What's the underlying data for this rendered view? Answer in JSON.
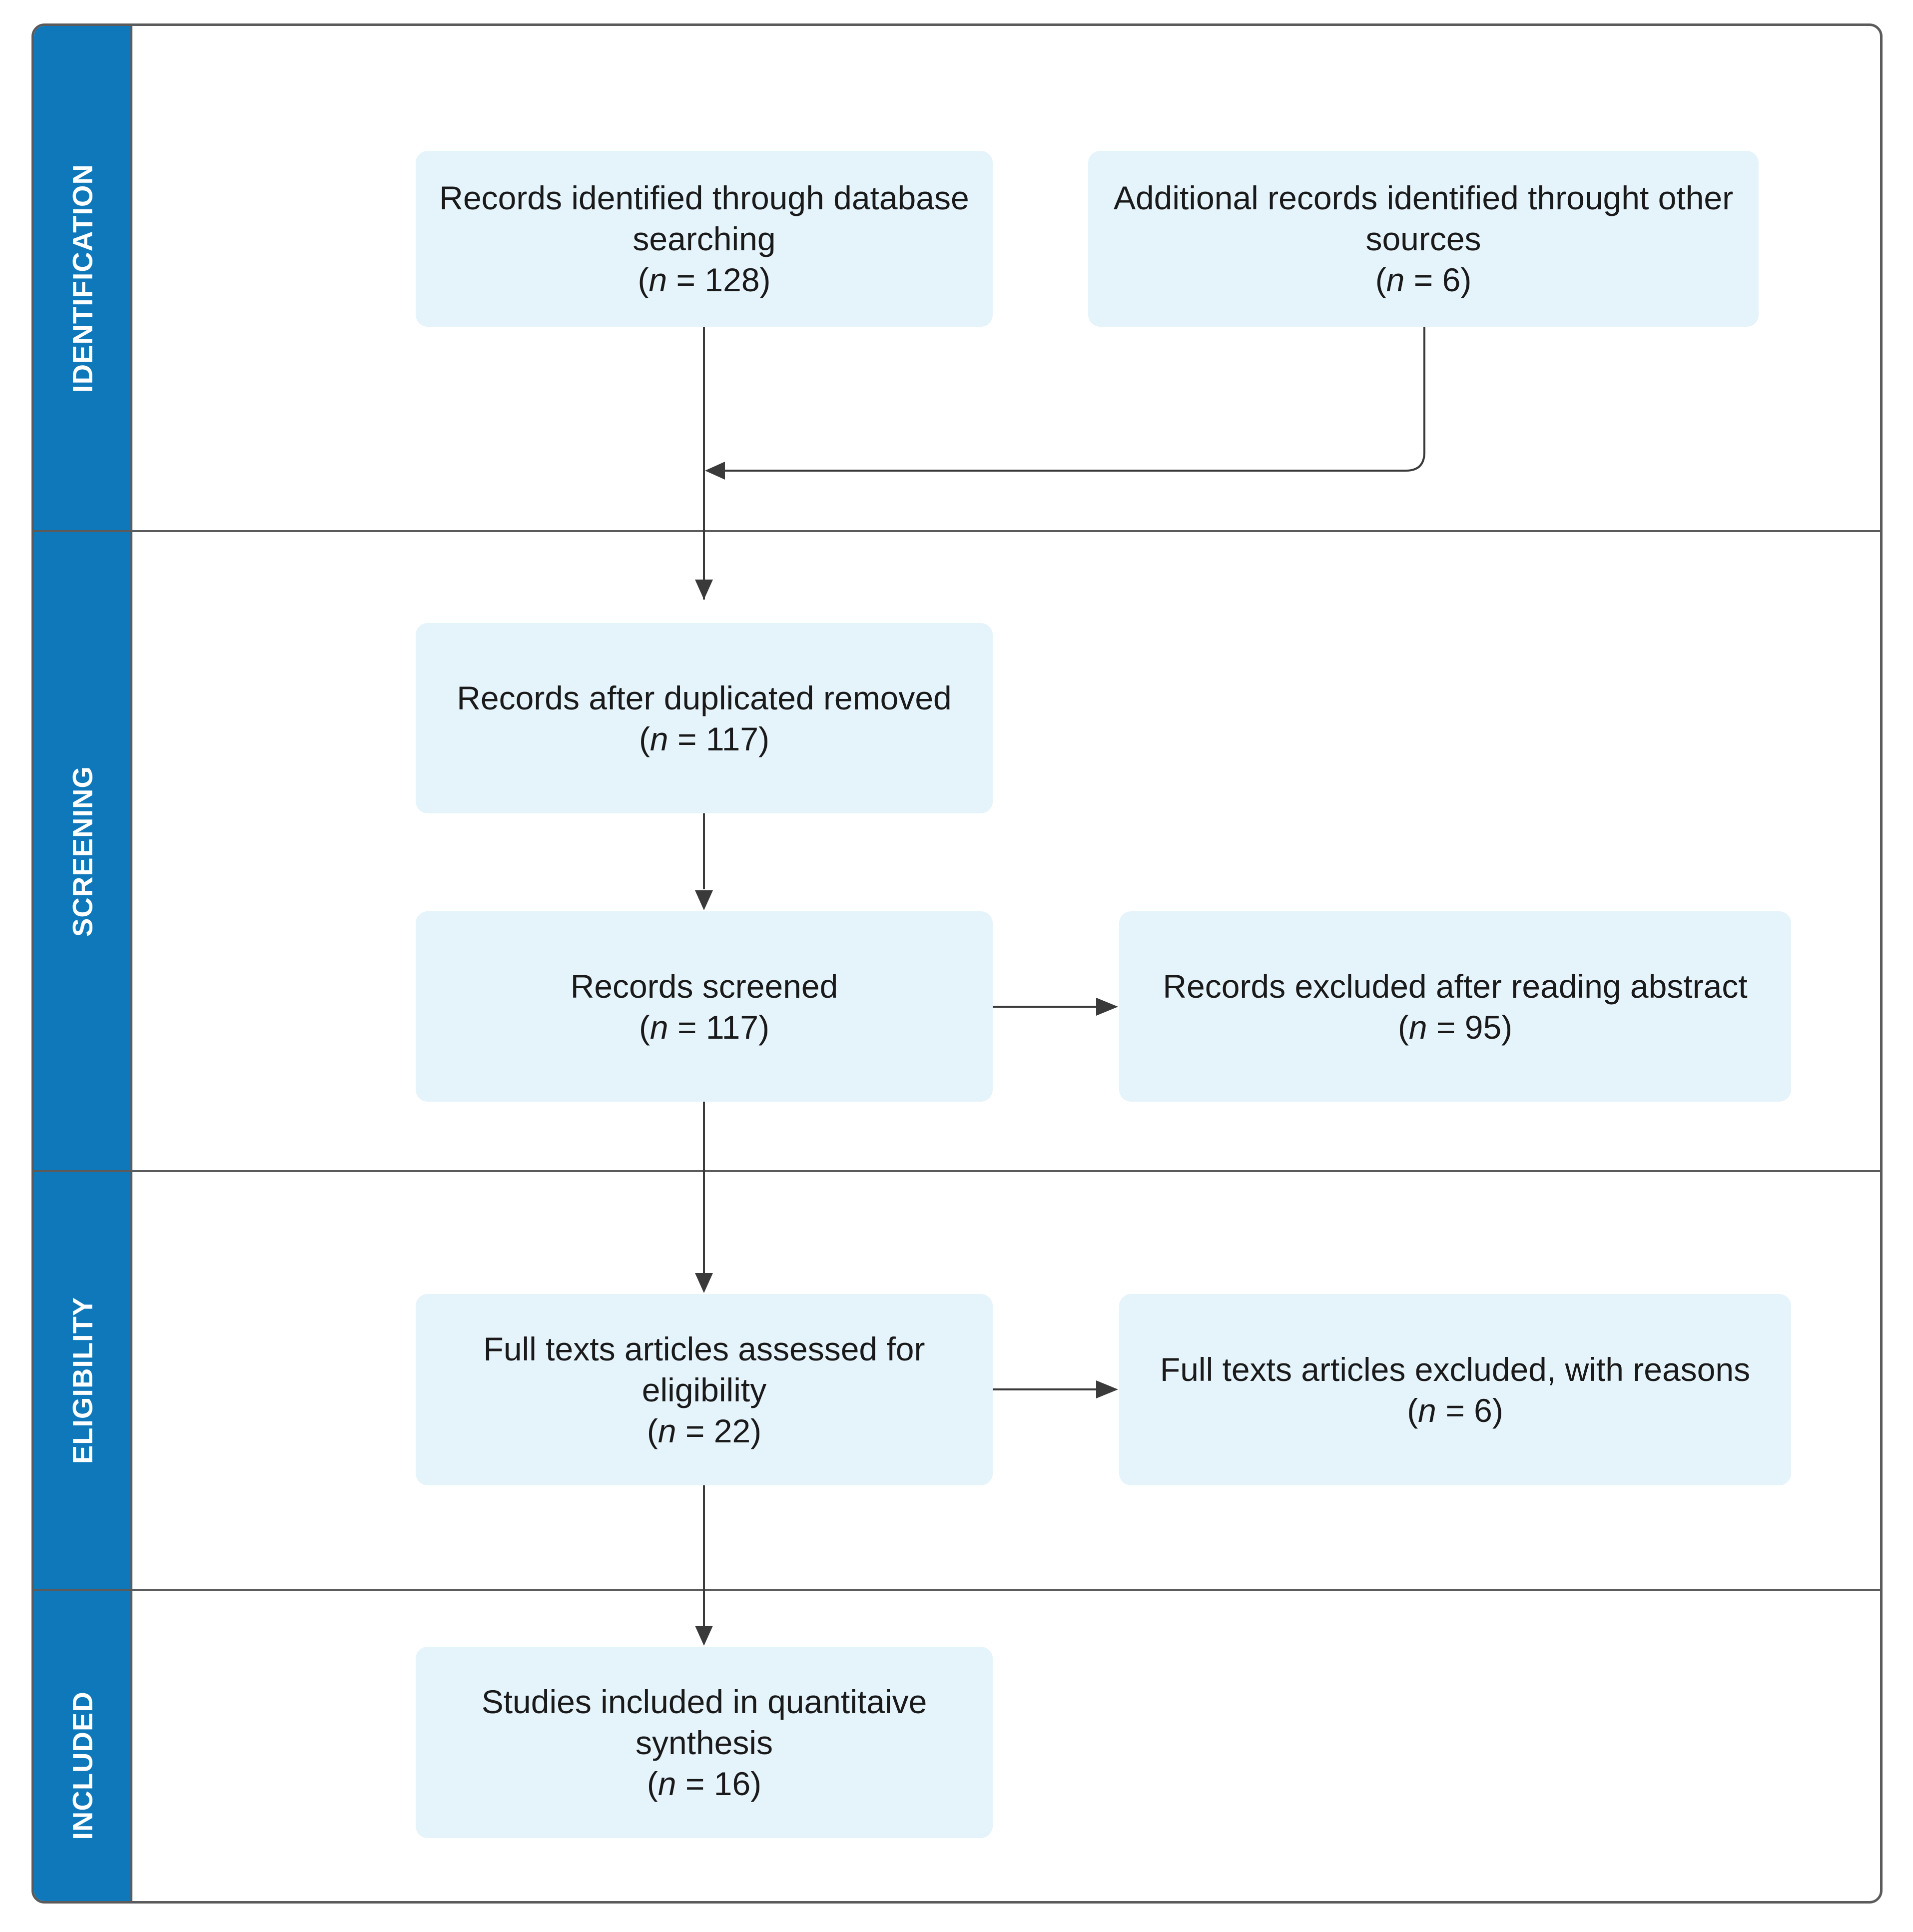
{
  "phases": {
    "identification": "IDENTIFICATION",
    "screening": "SCREENING",
    "eligibility": "ELIGIBILITY",
    "included": "INCLUDED"
  },
  "nodes": {
    "database": {
      "lines": [
        "Records identified through database",
        "searching"
      ],
      "n_label": "n",
      "n_value": "= 128)"
    },
    "other_sources": {
      "lines": [
        "Additional records identified throught other",
        "sources"
      ],
      "n_label": "n",
      "n_value": "= 6)"
    },
    "after_duplicates": {
      "lines": [
        "Records after duplicated removed"
      ],
      "n_label": "n",
      "n_value": "= 117)"
    },
    "screened": {
      "lines": [
        "Records screened"
      ],
      "n_label": "n",
      "n_value": "= 117)"
    },
    "excluded_abstract": {
      "lines": [
        "Records excluded after reading abstract"
      ],
      "n_label": "n",
      "n_value": "= 95)"
    },
    "full_text_assessed": {
      "lines": [
        "Full texts articles assessed for",
        "eligibility"
      ],
      "n_label": "n",
      "n_value": "= 22)"
    },
    "full_text_excluded": {
      "lines": [
        "Full texts articles excluded, with reasons"
      ],
      "n_label": "n",
      "n_value": "= 6)"
    },
    "included_studies": {
      "lines": [
        "Studies included in quantitaive",
        "synthesis"
      ],
      "n_label": "n",
      "n_value": "= 16)"
    }
  },
  "colors": {
    "phase_band": "#0e78ba",
    "node_fill": "#e5f3fb",
    "border": "#5b5b5b",
    "arrow": "#3a3a3a"
  }
}
